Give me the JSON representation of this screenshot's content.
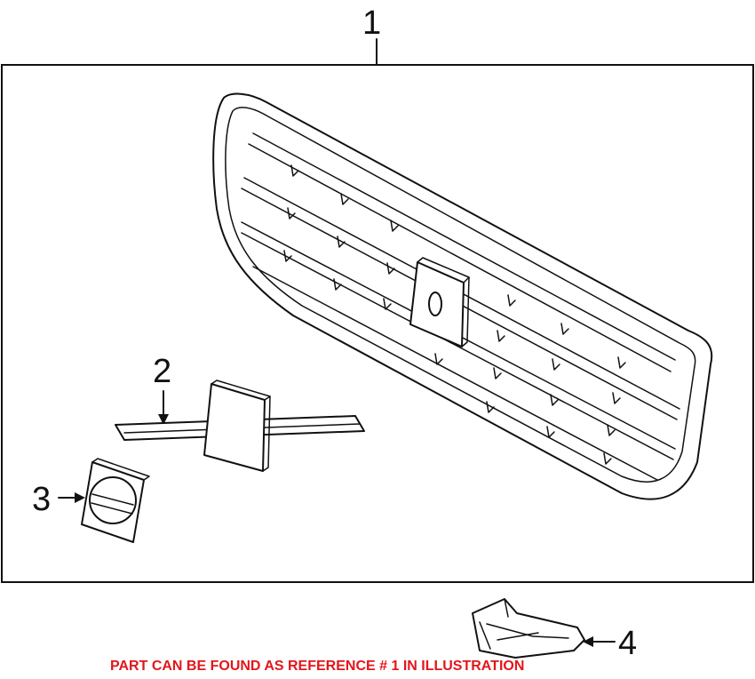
{
  "callouts": {
    "ref1": "1",
    "ref2": "2",
    "ref3": "3",
    "ref4": "4"
  },
  "note": "PART CAN BE FOUND AS REFERENCE # 1 IN ILLUSTRATION",
  "colors": {
    "line": "#111111",
    "note": "#e3161b",
    "background": "#ffffff"
  }
}
